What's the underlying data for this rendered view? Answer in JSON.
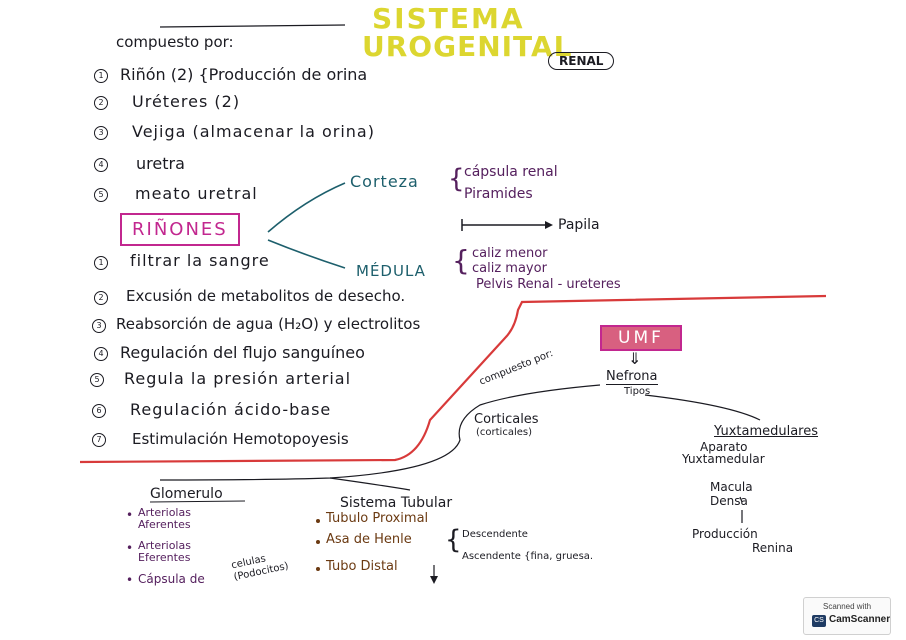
{
  "title": {
    "line1": "SISTEMA",
    "line2": "UROGENITAL",
    "renal_tag": "RENAL"
  },
  "composed_by": "compuesto por:",
  "components": [
    {
      "num": "1",
      "text": "Riñón (2) {Producción de orina"
    },
    {
      "num": "2",
      "text": "Uréteres (2)"
    },
    {
      "num": "3",
      "text": "Vejiga (almacenar la orina)"
    },
    {
      "num": "4",
      "text": "uretra"
    },
    {
      "num": "5",
      "text": "meato uretral"
    }
  ],
  "kidneys_box": "RIÑONES",
  "corteza": {
    "label": "Corteza",
    "items": [
      "cápsula renal",
      "Piramides"
    ]
  },
  "papila": "Papila",
  "medula": {
    "label": "MÉDULA",
    "items": [
      "caliz menor",
      "caliz mayor",
      "Pelvis Renal - ureteres"
    ]
  },
  "functions": [
    {
      "num": "1",
      "text": "filtrar la sangre"
    },
    {
      "num": "2",
      "text": "Excusión de metabolitos de desecho."
    },
    {
      "num": "3",
      "text": "Reabsorción de agua (H₂O) y electrolitos"
    },
    {
      "num": "4",
      "text": "Regulación del flujo sanguíneo"
    },
    {
      "num": "5",
      "text": "Regula la presión arterial"
    },
    {
      "num": "6",
      "text": "Regulación ácido-base"
    },
    {
      "num": "7",
      "text": "Estimulación Hemotopoyesis"
    }
  ],
  "umf": "UMF",
  "umf_arrow": "⇓",
  "compuesto_por": "compuesto por:",
  "nefrona": "Nefrona",
  "tipos": "Tipos",
  "corticales": {
    "label": "Corticales",
    "sub": "(corticales)"
  },
  "yuxta": {
    "label": "Yuxtamedulares",
    "items": [
      "Aparato",
      "Yuxtamedular",
      "Macula",
      "Densa",
      "Producción",
      "Renina"
    ]
  },
  "glomerulo": {
    "label": "Glomerulo",
    "items": [
      "Arteriolas Aferentes",
      "Arteriolas Eferentes",
      "Cápsula de"
    ],
    "side_note": "celulas (Podocitos)"
  },
  "tubular": {
    "label": "Sistema Tubular",
    "items": [
      "Tubulo Proximal",
      "Asa de Henle",
      "Tubo Distal"
    ],
    "henle_desc": "Descendente",
    "henle_asc": "Ascendente {fina, gruesa."
  },
  "scanner": {
    "line1": "Scanned with",
    "brand": "CamScanner",
    "logo": "CS"
  }
}
